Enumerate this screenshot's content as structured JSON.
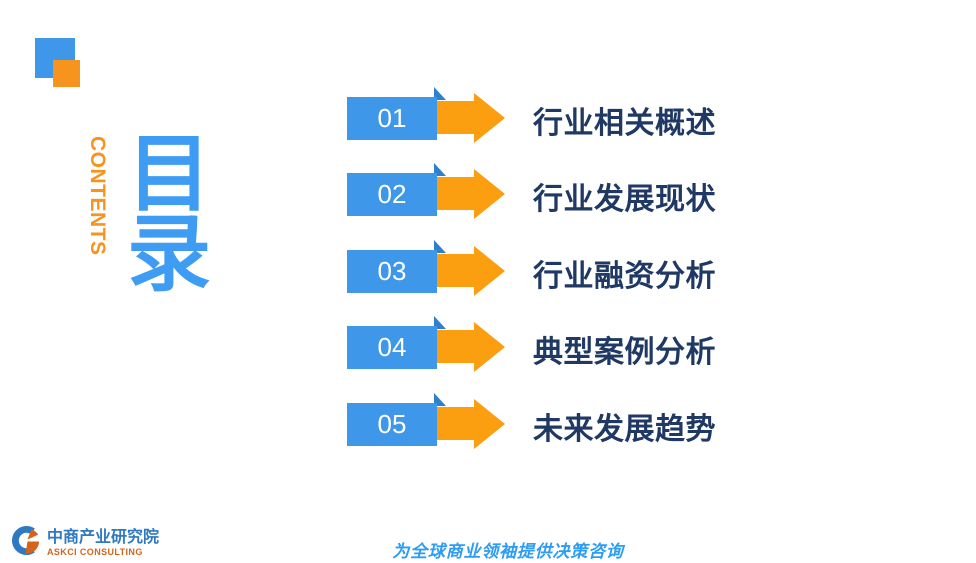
{
  "slide": {
    "contents_label": "CONTENTS",
    "title": "目录"
  },
  "toc": {
    "items": [
      {
        "number": "01",
        "label": "行业相关概述"
      },
      {
        "number": "02",
        "label": "行业发展现状"
      },
      {
        "number": "03",
        "label": "行业融资分析"
      },
      {
        "number": "04",
        "label": "典型案例分析"
      },
      {
        "number": "05",
        "label": "未来发展趋势"
      }
    ]
  },
  "footer": {
    "logo": {
      "cn": "中商产业研究院",
      "en": "ASKCI CONSULTING"
    },
    "slogan": "为全球商业领袖提供决策咨询"
  },
  "colors": {
    "rect_blue": "#3E97E8",
    "title_blue": "#3E9DF3",
    "fold_triangle_blue": "#2E7FCC",
    "arrow_orange": "#FB9E10",
    "accent_orange": "#F7941E",
    "label_navy": "#1F3864",
    "logo_blue": "#2E79C1",
    "logo_orange": "#D4641C",
    "slogan_blue": "#2D9CF5"
  }
}
